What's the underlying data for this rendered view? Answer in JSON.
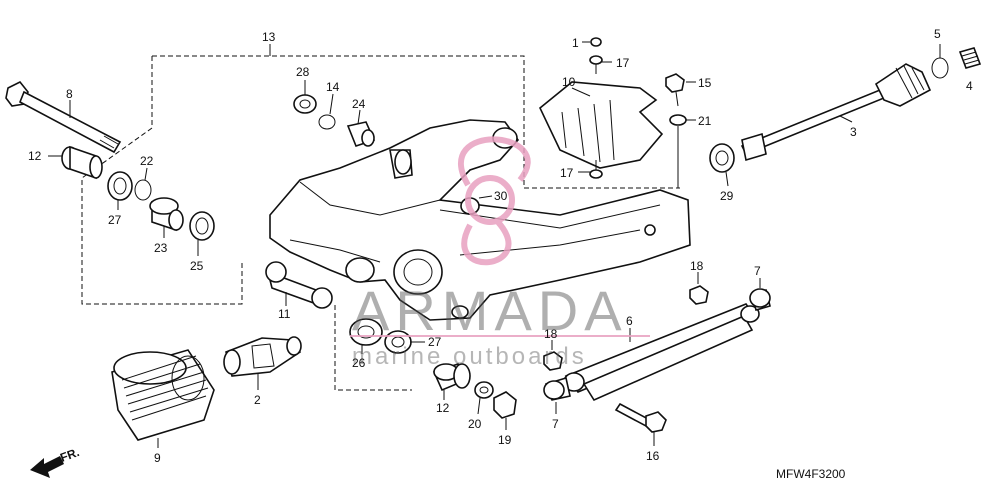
{
  "watermark": {
    "brand": "ARMADA",
    "tagline": "marine outboards",
    "color": "#e8a0c0"
  },
  "diagram_code": "MFW4F3200",
  "direction_label": "FR.",
  "callouts": {
    "c1": "1",
    "c2": "2",
    "c3": "3",
    "c4": "4",
    "c5": "5",
    "c6": "6",
    "c7a": "7",
    "c7b": "7",
    "c8": "8",
    "c9": "9",
    "c10": "10",
    "c11": "11",
    "c12a": "12",
    "c12b": "12",
    "c13": "13",
    "c14": "14",
    "c15": "15",
    "c16": "16",
    "c17a": "17",
    "c17b": "17",
    "c18a": "18",
    "c18b": "18",
    "c19": "19",
    "c20": "20",
    "c21": "21",
    "c22": "22",
    "c23": "23",
    "c24": "24",
    "c25": "25",
    "c26": "26",
    "c27a": "27",
    "c27b": "27",
    "c28": "28",
    "c29": "29",
    "c30": "30"
  }
}
